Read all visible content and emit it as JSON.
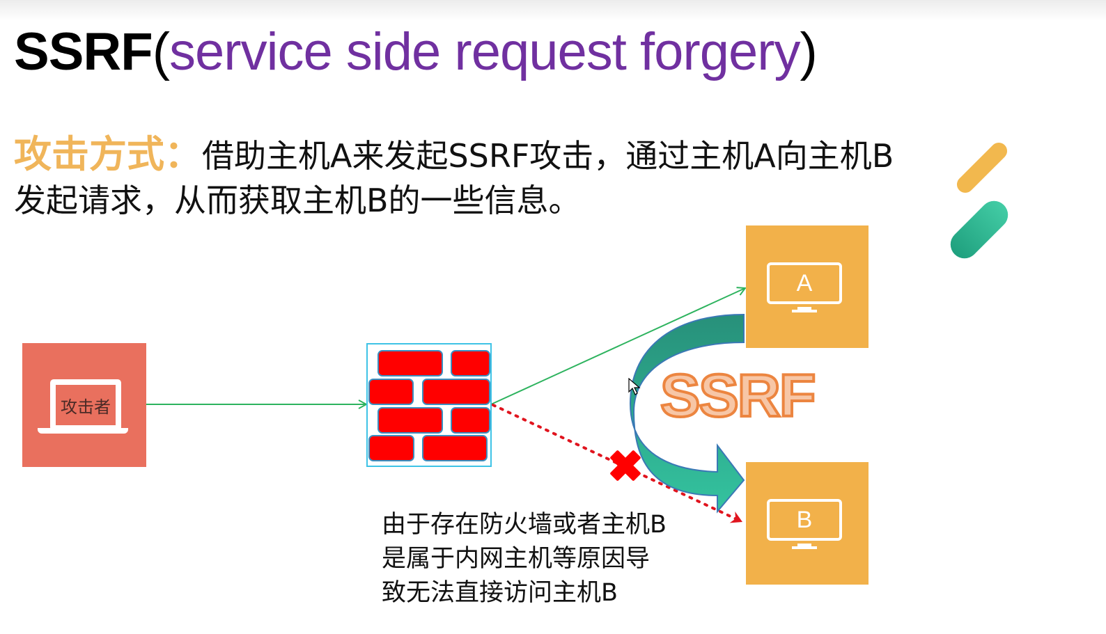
{
  "title": {
    "main": "SSRF",
    "open_paren": "(",
    "subtitle": "service side request forgery",
    "close_paren": ")"
  },
  "description": {
    "label": "攻击方式：",
    "text": "借助主机A来发起SSRF攻击，通过主机A向主机B发起请求，从而获取主机B的一些信息。"
  },
  "diagram": {
    "attacker_label": "攻击者",
    "host_a_label": "A",
    "host_b_label": "B",
    "ssrf_label": "SSRF",
    "note_lines": [
      "由于存在防火墙或者主机B",
      "是属于内网主机等原因导",
      "致无法直接访问主机B"
    ]
  },
  "colors": {
    "title_purple": "#7030a0",
    "label_gold": "#f0b55a",
    "attacker_red": "#e9705e",
    "host_orange": "#f2b14a",
    "firewall_red": "#ff0000",
    "arrow_green": "#2db35e",
    "ssrf_arrow_teal": "#2a9a7c",
    "blocked_red": "#e0141e"
  }
}
